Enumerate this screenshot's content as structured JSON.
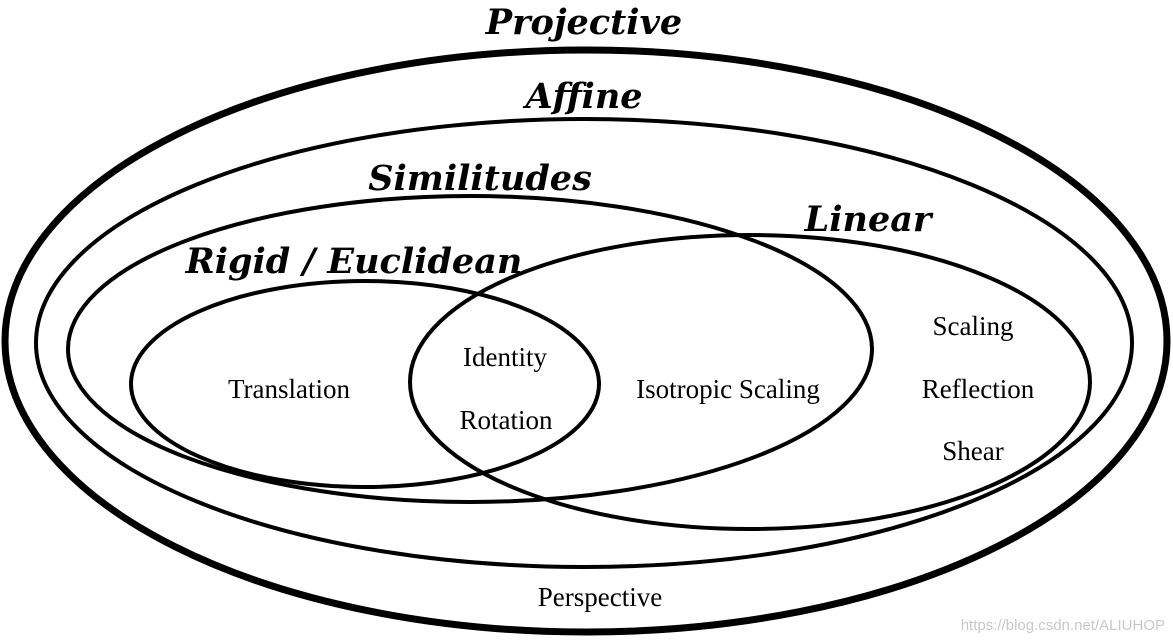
{
  "diagram": {
    "sets": {
      "projective": "Projective",
      "affine": "Affine",
      "similitudes": "Similitudes",
      "linear": "Linear",
      "rigid": "Rigid / Euclidean"
    },
    "items": {
      "perspective": "Perspective",
      "translation": "Translation",
      "identity": "Identity",
      "rotation": "Rotation",
      "isotropic_scaling": "Isotropic Scaling",
      "scaling": "Scaling",
      "reflection": "Reflection",
      "shear": "Shear"
    }
  },
  "watermark": "https://blog.csdn.net/ALIUHOP",
  "colors": {
    "stroke": "#000000",
    "background": "#ffffff",
    "watermark": "#c8c8c8"
  }
}
